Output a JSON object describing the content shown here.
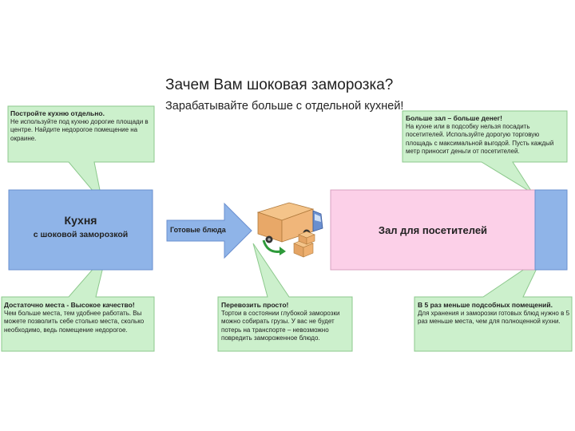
{
  "title": "Зачем Вам шоковая заморозка?",
  "subtitle": "Зарабатывайте больше с отдельной кухней!",
  "kitchen": {
    "title": "Кухня",
    "subtitle": "с шоковой заморозкой"
  },
  "arrow": {
    "label": "Готовые блюда"
  },
  "hall": {
    "label": "Зал для посетителей"
  },
  "callouts": {
    "top_left": {
      "head": "Постройте кухню отдельно.",
      "body": "Не используйте под кухню дорогие площади в центре. Найдите недорогое помещение на окраине."
    },
    "top_right": {
      "head": "Больше зал – больше денег!",
      "body": "На кухне или в подсобку нельзя посадить посетителей. Используйте дорогую торговую площадь с максимальной выгодой. Пусть каждый метр приносит деньги от посетителей."
    },
    "bottom_left": {
      "head": "Достаточно места - Высокое качество!",
      "body": "Чем больше места, тем удобнее работать. Вы можете позволить себе столько места, сколько необходимо, ведь помещение недорогое."
    },
    "bottom_mid": {
      "head": "Перевозить просто!",
      "body": "Тортои в состоянии глубокой заморозки можно собирать грузы. У вас не будет потерь на транспорте – невозможно повредить замороженное блюдо."
    },
    "bottom_right": {
      "head": "В 5 раз меньше подсобных помещений.",
      "body": "Для хранения и заморозки готовых блюд нужно в 5 раз меньше места, чем для полноценной кухни."
    }
  },
  "colors": {
    "callout_fill": "#ccf0cc",
    "callout_stroke": "#8cc88c",
    "kitchen_fill": "#8fb4e8",
    "hall_fill": "#fcd0e8",
    "hall_side_fill": "#8fb4e8",
    "arrow_fill": "#8fb4e8"
  }
}
